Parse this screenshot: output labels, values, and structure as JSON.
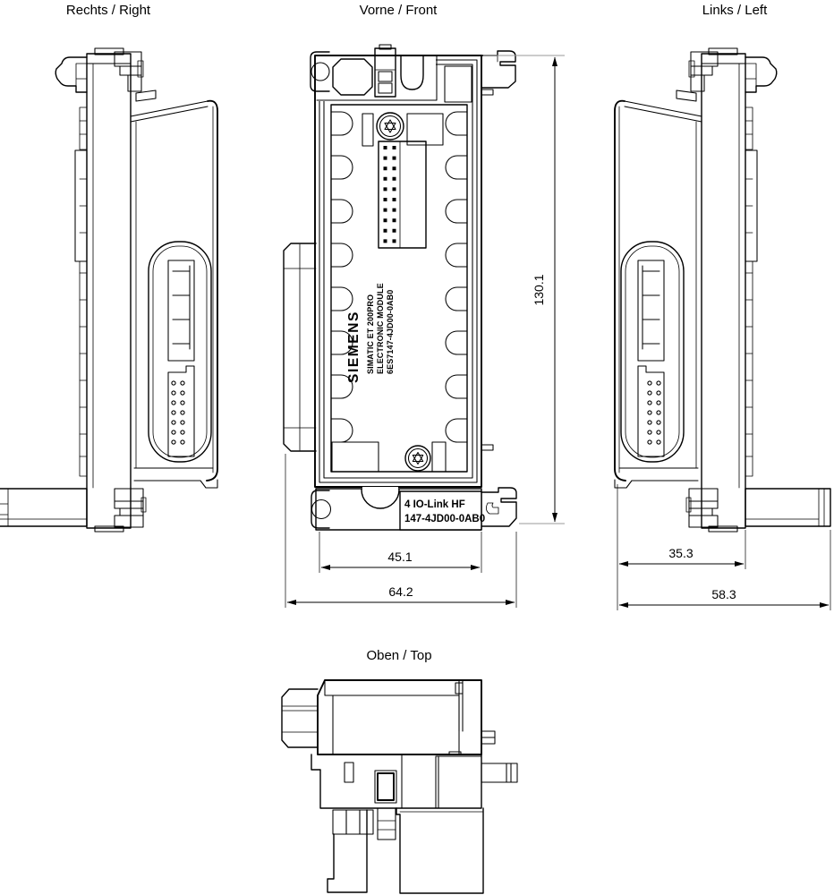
{
  "drawing": {
    "background": "#ffffff",
    "line_color": "#000000"
  },
  "views": {
    "right": {
      "label": "Rechts / Right"
    },
    "front": {
      "label": "Vorne / Front"
    },
    "left": {
      "label": "Links / Left"
    },
    "top": {
      "label": "Oben / Top"
    }
  },
  "module": {
    "brand": "SIEMENS",
    "product_line": "SIMATIC ET 200PRO",
    "module_type": "ELECTRONIC MODULE",
    "order_number": "6ES7147-4JD00-0AB0",
    "label_line1": "4 IO-Link HF",
    "label_line2": "147-4JD00-0AB0"
  },
  "dimensions": {
    "height": "130.1",
    "front_inner_width": "45.1",
    "front_overall_width": "64.2",
    "side_inner_depth": "35.3",
    "side_overall_depth": "58.3"
  }
}
